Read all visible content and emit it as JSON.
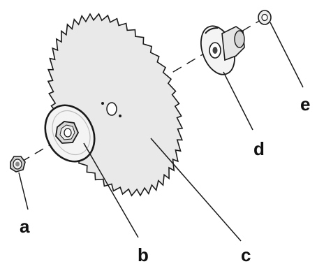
{
  "labels": {
    "a": "a",
    "b": "b",
    "c": "c",
    "d": "d",
    "e": "e"
  },
  "colors": {
    "ink": "#1a1a1a",
    "blade_fill": "#e9e9e9",
    "metal_light": "#f4f4f4",
    "metal_shade": "#bdbdbd",
    "background": "#ffffff"
  }
}
